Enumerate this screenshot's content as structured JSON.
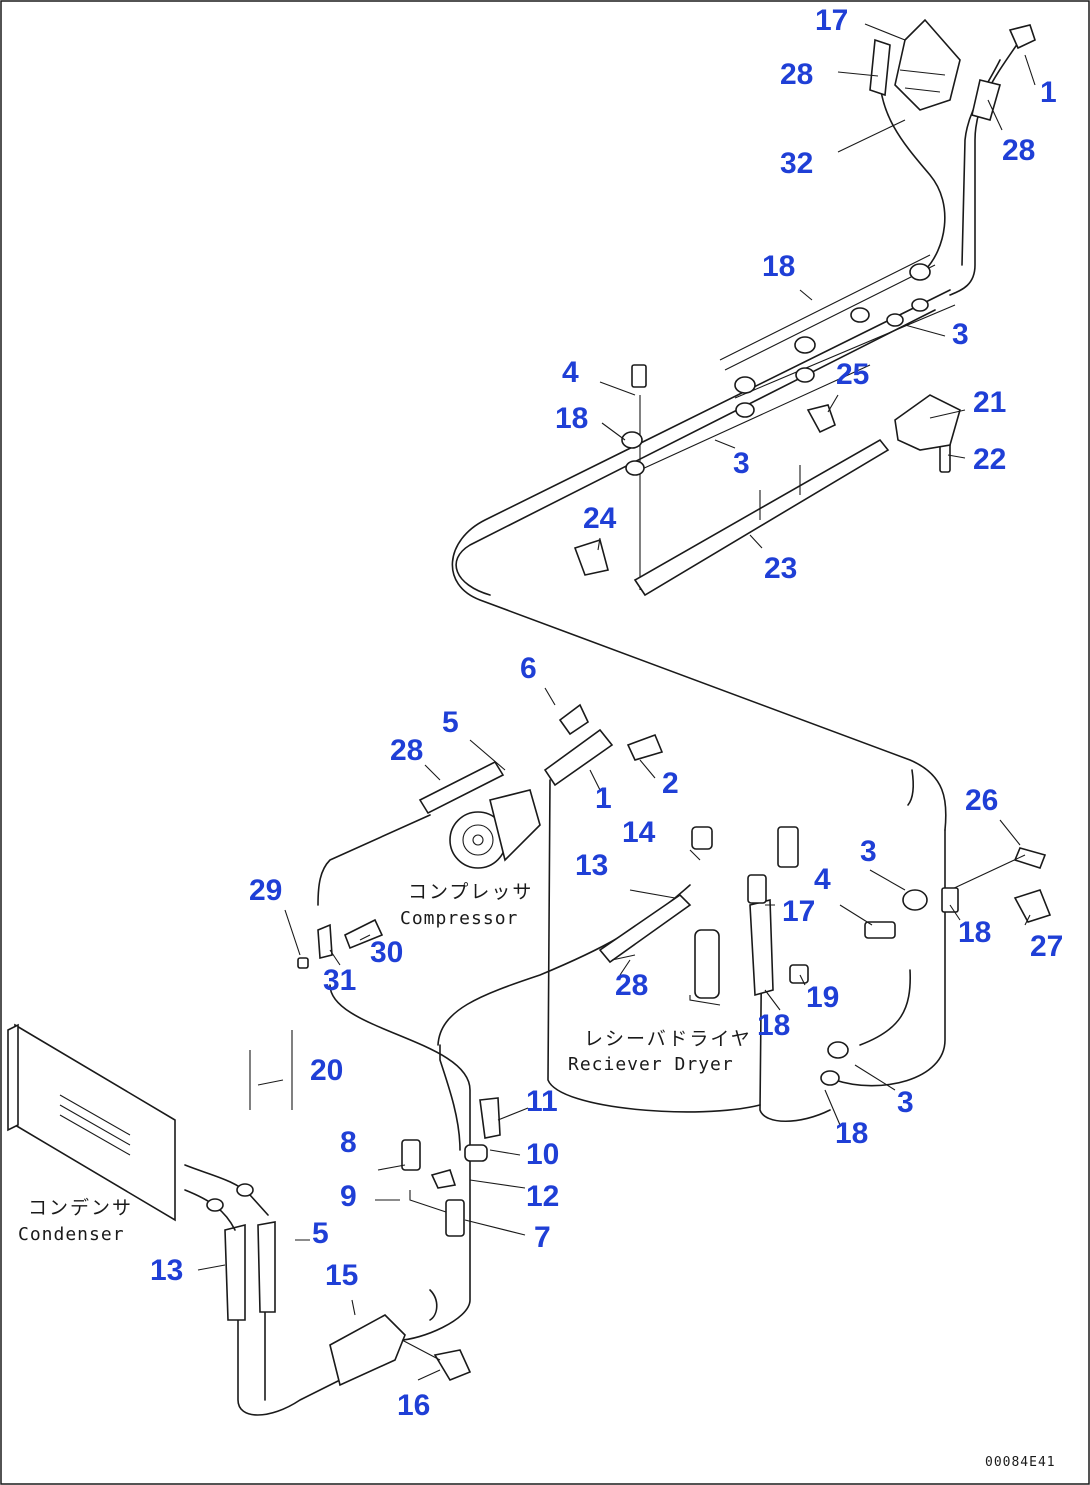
{
  "callouts": [
    "17",
    "28",
    "1",
    "28",
    "32",
    "18",
    "3",
    "4",
    "25",
    "21",
    "18",
    "3",
    "22",
    "24",
    "23",
    "6",
    "5",
    "28",
    "2",
    "1",
    "14",
    "13",
    "26",
    "3",
    "4",
    "17",
    "18",
    "27",
    "29",
    "30",
    "31",
    "28",
    "19",
    "18",
    "20",
    "11",
    "3",
    "18",
    "8",
    "10",
    "9",
    "12",
    "7",
    "5",
    "13",
    "15",
    "16"
  ],
  "labels": {
    "compressor_jp": "コンプレッサ",
    "compressor_en": "Compressor",
    "receiver_jp": "レシーバドライヤ",
    "receiver_en": "Reciever Dryer",
    "condenser_jp": "コンデンサ",
    "condenser_en": "Condenser",
    "figure_code": "00084E41"
  },
  "colors": {
    "callout": "#1f3fd6",
    "line": "#1a1a1a"
  }
}
